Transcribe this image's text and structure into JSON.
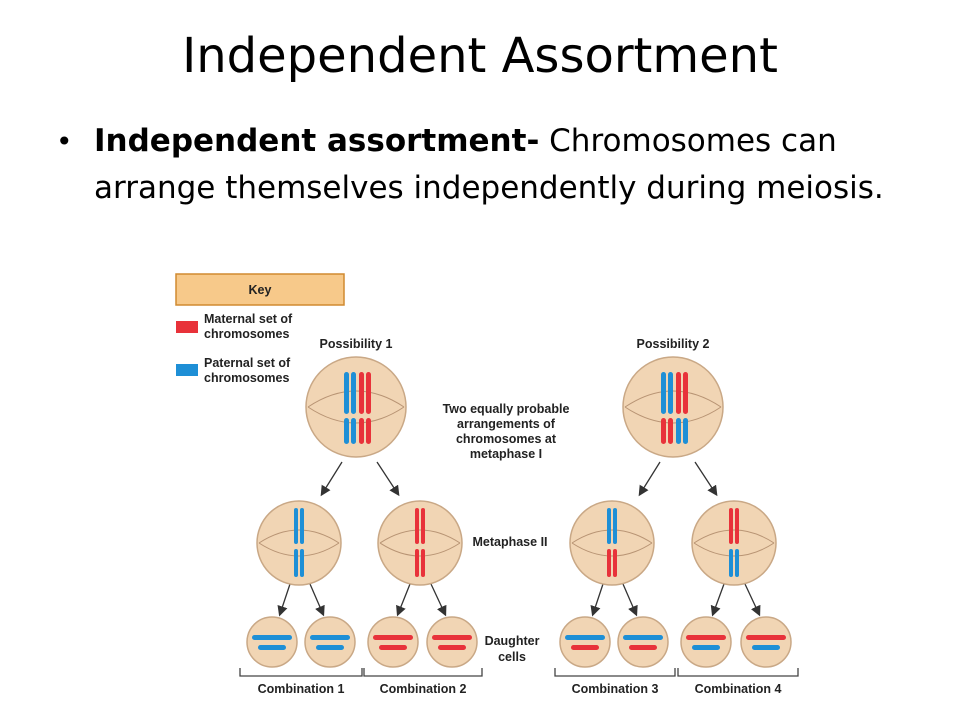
{
  "slide": {
    "title": "Independent Assortment",
    "bullet": {
      "term": "Independent assortment-",
      "text": " Chromosomes can arrange themselves independently during meiosis."
    }
  },
  "diagram": {
    "key": {
      "title": "Key",
      "maternal_line1": "Maternal set of",
      "maternal_line2": "chromosomes",
      "paternal_line1": "Paternal set of",
      "paternal_line2": "chromosomes"
    },
    "possibility_1": "Possibility 1",
    "possibility_2": "Possibility 2",
    "arrangement_note": [
      "Two equally probable",
      "arrangements of",
      "chromosomes at",
      "metaphase I"
    ],
    "metaphase_ii": "Metaphase II",
    "daughter_cells": [
      "Daughter",
      "cells"
    ],
    "combinations": [
      "Combination 1",
      "Combination 2",
      "Combination 3",
      "Combination 4"
    ],
    "colors": {
      "maternal": "#e8323a",
      "paternal": "#1e8fd6",
      "cell_fill": "#f1d5b4",
      "cell_stroke": "#c9a886",
      "key_header": "#f7c98a"
    }
  }
}
